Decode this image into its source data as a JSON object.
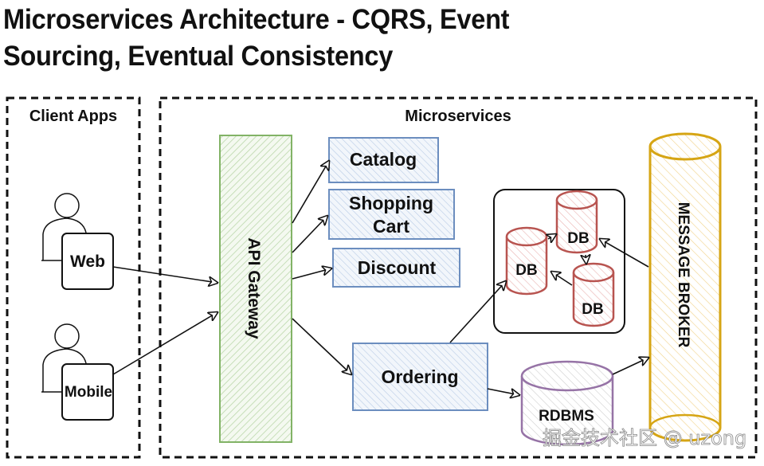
{
  "title": {
    "line1": "Microservices Architecture - CQRS, Event",
    "line2": "Sourcing, Eventual Consistency"
  },
  "groups": {
    "client_apps": "Client Apps",
    "microservices": "Microservices"
  },
  "clients": {
    "web": "Web",
    "mobile": "Mobile"
  },
  "gateway": "API Gateway",
  "services": {
    "catalog": "Catalog",
    "shopping_cart_line1": "Shopping",
    "shopping_cart_line2": "Cart",
    "discount": "Discount",
    "ordering": "Ordering"
  },
  "databases": {
    "db1": "DB",
    "db2": "DB",
    "db3": "DB",
    "rdbms": "RDBMS"
  },
  "message_broker": "MESSAGE BROKER",
  "watermark": "掘金技术社区 @ uzong",
  "colors": {
    "gateway": "#82b366",
    "service": "#6c8ebf",
    "db": "#b85450",
    "rdbms": "#9673a6",
    "broker": "#d6a514"
  }
}
